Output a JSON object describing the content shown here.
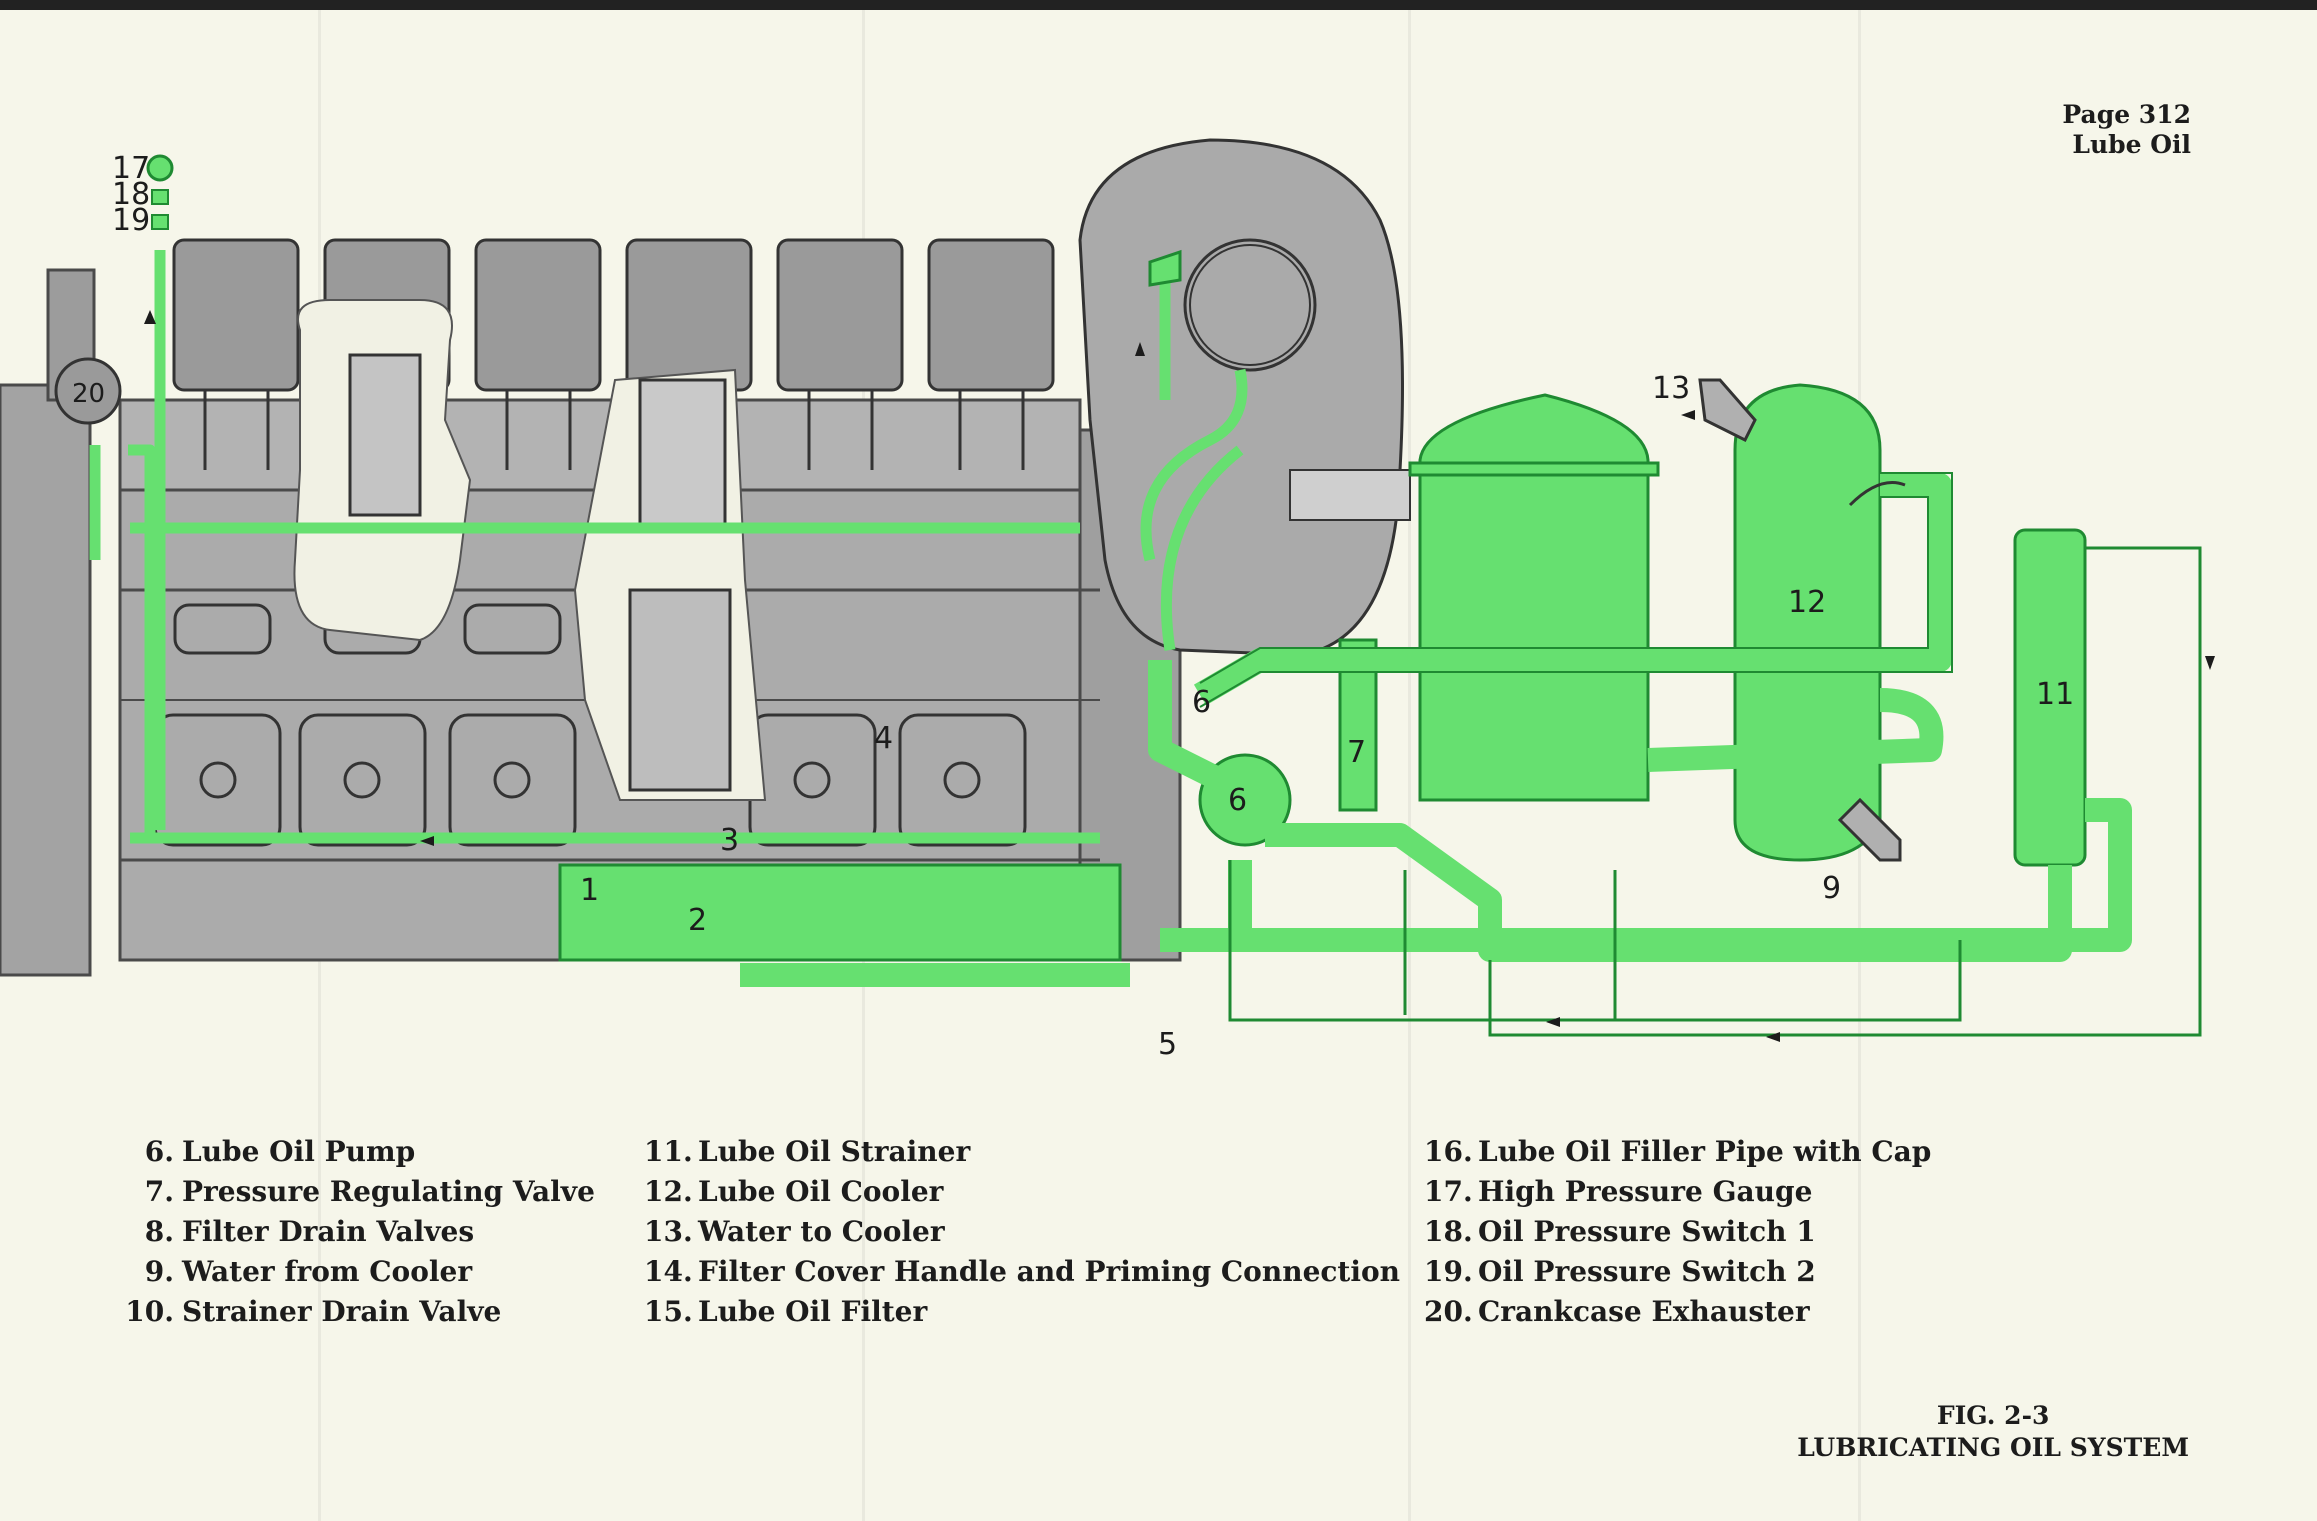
{
  "header": {
    "page": "Page 312",
    "section": "Lube Oil"
  },
  "colors": {
    "oil": "#66e070",
    "oil_dark": "#1f8a32",
    "engine": "#a9a9a9",
    "engine_dark": "#4a4a4a",
    "paper": "#f6f6ea"
  },
  "callouts": {
    "n1": "1",
    "n2": "2",
    "n3": "3",
    "n4": "4",
    "n5": "5",
    "n6a": "6",
    "n6b": "6",
    "n7": "7",
    "n9": "9",
    "n11": "11",
    "n12": "12",
    "n13": "13",
    "n17": "17",
    "n18": "18",
    "n19": "19",
    "n20": "20"
  },
  "legend": {
    "col1": [
      {
        "num": "6.",
        "text": "Lube Oil Pump"
      },
      {
        "num": "7.",
        "text": "Pressure Regulating Valve"
      },
      {
        "num": "8.",
        "text": "Filter Drain Valves"
      },
      {
        "num": "9.",
        "text": "Water from Cooler"
      },
      {
        "num": "10.",
        "text": "Strainer Drain Valve"
      }
    ],
    "col2": [
      {
        "num": "11.",
        "text": "Lube Oil Strainer"
      },
      {
        "num": "12.",
        "text": "Lube Oil Cooler"
      },
      {
        "num": "13.",
        "text": "Water to Cooler"
      },
      {
        "num": "14.",
        "text": "Filter Cover Handle and Priming Connection"
      },
      {
        "num": "15.",
        "text": "Lube Oil Filter"
      }
    ],
    "col3": [
      {
        "num": "16.",
        "text": "Lube Oil Filler Pipe with Cap"
      },
      {
        "num": "17.",
        "text": "High Pressure Gauge"
      },
      {
        "num": "18.",
        "text": "Oil Pressure Switch 1"
      },
      {
        "num": "19.",
        "text": "Oil Pressure Switch 2"
      },
      {
        "num": "20.",
        "text": "Crankcase Exhauster"
      }
    ]
  },
  "figure": {
    "number": "FIG. 2-3",
    "title": "LUBRICATING OIL SYSTEM"
  }
}
